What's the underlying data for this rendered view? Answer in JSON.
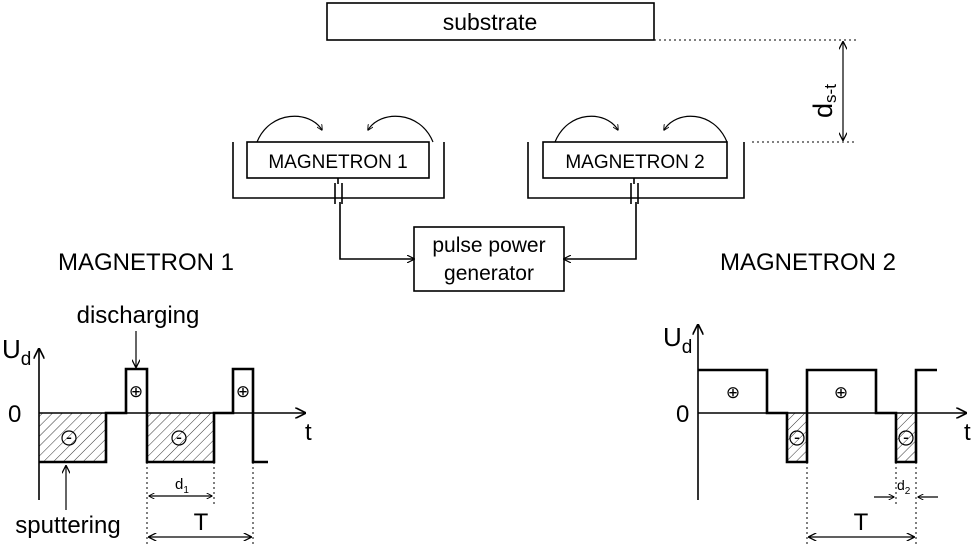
{
  "apparatus": {
    "substrate_label": "substrate",
    "distance_label_main": "d",
    "distance_label_sub": "s-t",
    "magnetron1_label": "MAGNETRON 1",
    "magnetron2_label": "MAGNETRON 2",
    "generator_line1": "pulse power",
    "generator_line2": "generator"
  },
  "plot1": {
    "heading": "MAGNETRON 1",
    "y_axis_main": "U",
    "y_axis_sub": "d",
    "x_axis": "t",
    "zero": "0",
    "discharging_label": "discharging",
    "sputtering_label": "sputtering",
    "plus_sign": "⊕",
    "minus_sign": "-",
    "d_main": "d",
    "d_sub": "1",
    "period_label": "T"
  },
  "plot2": {
    "heading": "MAGNETRON 2",
    "y_axis_main": "U",
    "y_axis_sub": "d",
    "x_axis": "t",
    "zero": "0",
    "plus_sign": "⊕",
    "minus_sign": "-",
    "d_main": "d",
    "d_sub": "2",
    "period_label": "T"
  }
}
